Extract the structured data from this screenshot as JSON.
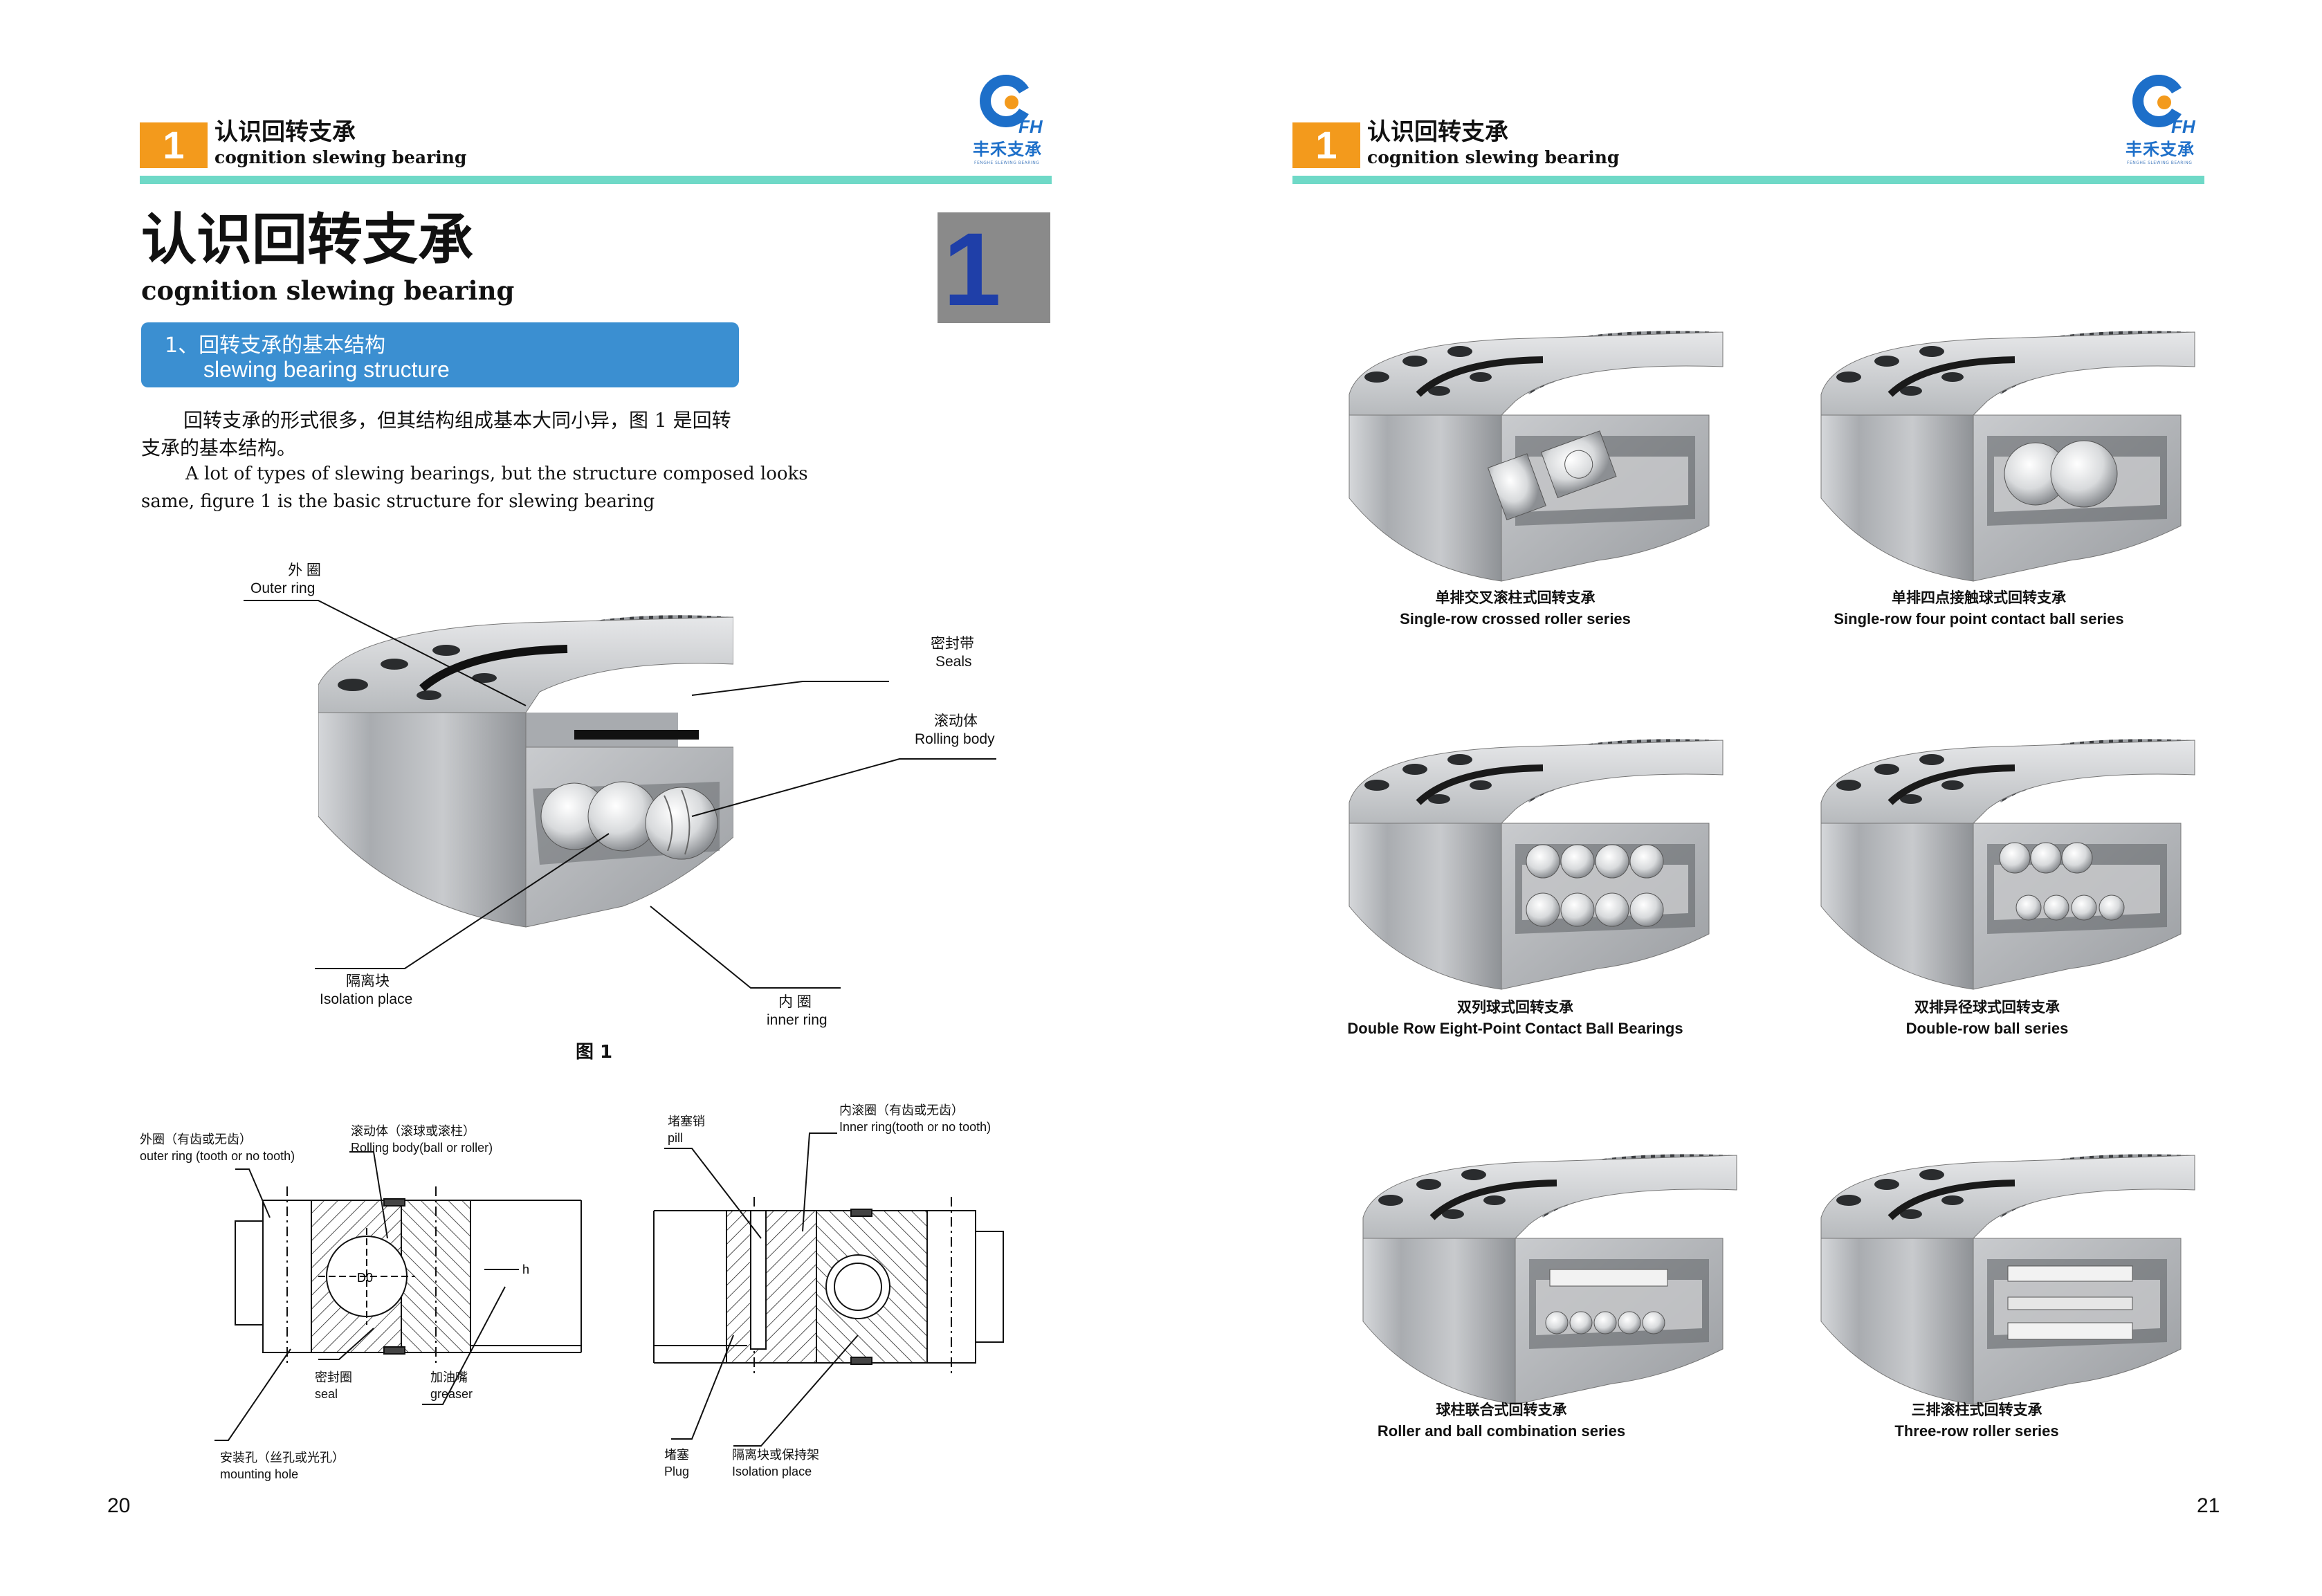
{
  "header": {
    "chapter_number": "1",
    "title_cn": "认识回转支承",
    "title_en": "cognition slewing bearing"
  },
  "logo": {
    "mark": "FH",
    "name_cn": "丰禾支承",
    "name_en": "FENGHE SLEWING BEARING"
  },
  "left_page": {
    "page_number": "20",
    "title_cn": "认识回转支承",
    "title_en": "cognition slewing bearing",
    "chapter_badge": "1",
    "section": {
      "cn": "1、回转支承的基本结构",
      "en": "slewing bearing structure"
    },
    "para_cn_1": "回转支承的形式很多，但其结构组成基本大同小异，图 1 是回转",
    "para_cn_2": "支承的基本结构。",
    "para_en_1": "A lot of types of slewing bearings, but the structure composed looks",
    "para_en_2": "same, figure 1 is the basic structure for slewing bearing",
    "figure1": {
      "caption": "图 1",
      "outer_ring": {
        "cn": "外 圈",
        "en": "Outer ring"
      },
      "seals": {
        "cn": "密封带",
        "en": "Seals"
      },
      "rolling_body": {
        "cn": "滚动体",
        "en": "Rolling body"
      },
      "isolation_place": {
        "cn": "隔离块",
        "en": "Isolation place"
      },
      "inner_ring": {
        "cn": "内 圈",
        "en": "inner ring"
      }
    },
    "section_drawing": {
      "outer_ring": {
        "cn": "外圈（有齿或无齿）",
        "en": "outer ring (tooth or no tooth)"
      },
      "rolling_body": {
        "cn": "滚动体（滚球或滚柱）",
        "en": "Rolling body(ball or roller)"
      },
      "seal": {
        "cn": "密封圈",
        "en": "seal"
      },
      "greaser": {
        "cn": "加油嘴",
        "en": "greaser"
      },
      "mounting_hole": {
        "cn": "安装孔（丝孔或光孔）",
        "en": "mounting hole"
      },
      "pill": {
        "cn": "堵塞销",
        "en": "pill"
      },
      "inner_ring": {
        "cn": "内滚圈（有齿或无齿）",
        "en": "Inner ring(tooth or no tooth)"
      },
      "plug": {
        "cn": "堵塞",
        "en": "Plug"
      },
      "isolation": {
        "cn": "隔离块或保持架",
        "en": "Isolation place"
      },
      "dim_d0": "D0",
      "dim_h": "h"
    }
  },
  "right_page": {
    "page_number": "21",
    "series": [
      {
        "cn": "单排交叉滚柱式回转支承",
        "en": "Single-row crossed roller series"
      },
      {
        "cn": "单排四点接触球式回转支承",
        "en": "Single-row four point contact ball series"
      },
      {
        "cn": "双列球式回转支承",
        "en": "Double Row Eight-Point Contact Ball Bearings"
      },
      {
        "cn": "双排异径球式回转支承",
        "en": "Double-row ball series"
      },
      {
        "cn": "球柱联合式回转支承",
        "en": "Roller and ball combination series"
      },
      {
        "cn": "三排滚柱式回转支承",
        "en": "Three-row roller series"
      }
    ]
  },
  "colors": {
    "orange": "#f39a1c",
    "teal": "#6fd9c7",
    "blue_banner": "#3b8fd1",
    "badge_gray": "#8a8a8a",
    "badge_blue": "#1f3fa8",
    "logo_blue": "#1d6fc9"
  }
}
